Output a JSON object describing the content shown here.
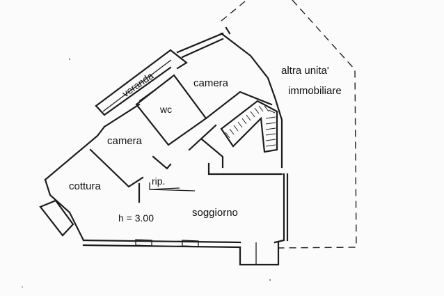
{
  "plan": {
    "rooms": {
      "camera_top": "camera",
      "wc": "wc",
      "veranda": "veranda",
      "camera_left": "camera",
      "cottura": "cottura",
      "rip": "rip.",
      "soggiorno": "soggiorno",
      "height_note": "h = 3.00"
    },
    "neighbor": {
      "line1": "altra unita'",
      "line2": "immobiliare"
    }
  }
}
